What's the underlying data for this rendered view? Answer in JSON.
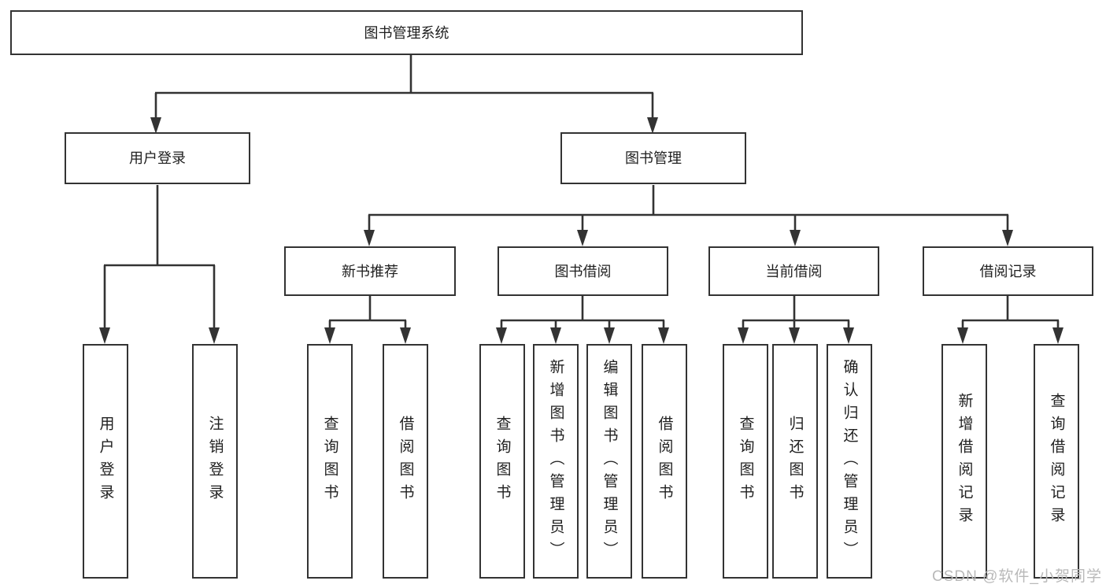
{
  "diagram": {
    "root": {
      "label": "图书管理系统"
    },
    "level2": [
      {
        "label": "用户登录"
      },
      {
        "label": "图书管理"
      }
    ],
    "level3": [
      {
        "label": "新书推荐"
      },
      {
        "label": "图书借阅"
      },
      {
        "label": "当前借阅"
      },
      {
        "label": "借阅记录"
      }
    ],
    "leaves": {
      "login": [
        "用户登录",
        "注销登录"
      ],
      "recommend": [
        "查询图书",
        "借阅图书"
      ],
      "borrow": [
        "查询图书",
        "新增图书（管理员）",
        "编辑图书（管理员）",
        "借阅图书"
      ],
      "current": [
        "查询图书",
        "归还图书",
        "确认归还（管理员）"
      ],
      "records": [
        "新增借阅记录",
        "查询借阅记录"
      ]
    }
  },
  "watermark": {
    "text": "CSDN @软件_小贺同学"
  },
  "colors": {
    "line": "#333333",
    "text": "#1f1f1f",
    "watermark": "#b9b9b9",
    "background": "#ffffff"
  }
}
